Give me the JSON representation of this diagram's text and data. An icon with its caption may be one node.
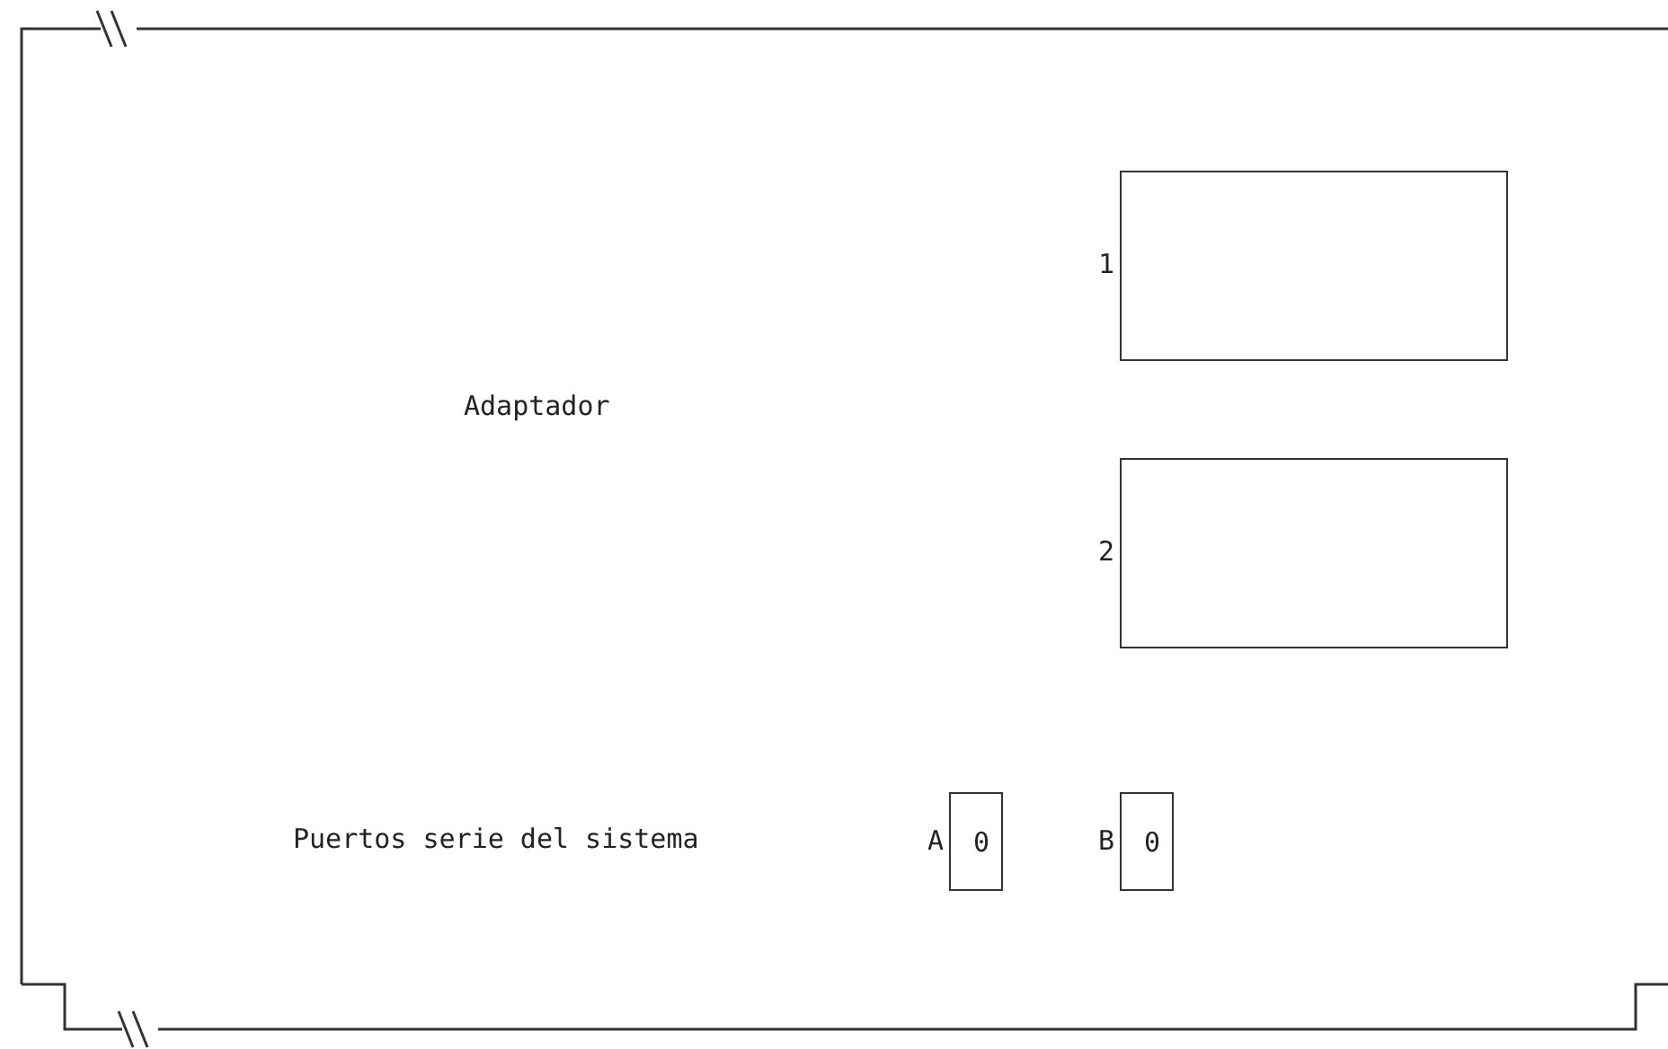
{
  "diagram": {
    "nodes": [
      {
        "text": [],
        "shape": "box",
        "beside": [
          "1"
        ]
      },
      {
        "text": [],
        "shape": "box",
        "beside": [
          "2"
        ]
      },
      {
        "text": [
          "0"
        ],
        "beside": [
          "A"
        ]
      },
      {
        "text": [
          "0"
        ],
        "beside": [
          "B"
        ]
      }
    ],
    "labels": [
      "Adaptador",
      "Puertos serie del sistema"
    ]
  }
}
